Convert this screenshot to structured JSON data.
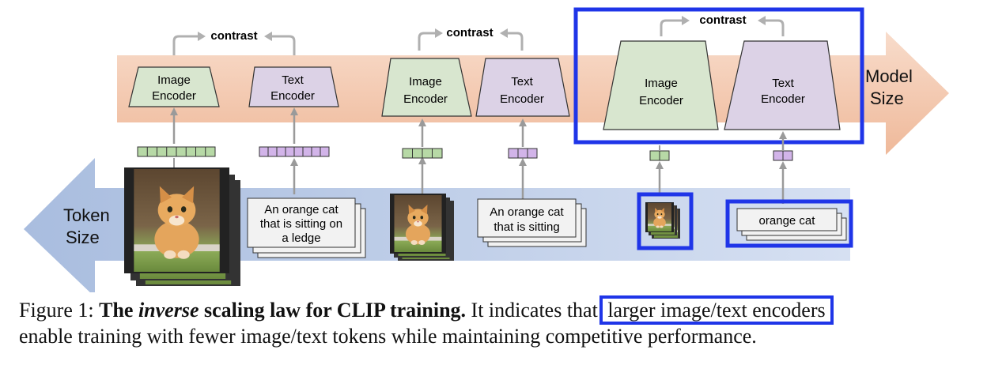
{
  "figure": {
    "contrast_label": "contrast",
    "image_encoder": [
      "Image",
      "Encoder"
    ],
    "text_encoder": [
      "Text",
      "Encoder"
    ],
    "model_size": [
      "Model",
      "Size"
    ],
    "token_size": [
      "Token",
      "Size"
    ],
    "captions": {
      "long": [
        "An orange cat",
        "that is sitting on",
        "a ledge"
      ],
      "medium": [
        "An orange cat",
        "that is sitting"
      ],
      "short": [
        "orange cat"
      ]
    },
    "colors": {
      "image_encoder_fill": "#d8e6cf",
      "text_encoder_fill": "#dcd2e6",
      "image_token_fill": "#b7d9a6",
      "text_token_fill": "#d2b4e9",
      "highlight": "#1f35e8",
      "model_arrow_top": "#f7d6c1",
      "token_arrow_right": "#c7d4ec"
    }
  },
  "caption": {
    "prefix": "Figure 1: ",
    "bold_part1": "The ",
    "italic_word": "inverse",
    "bold_part2": " scaling law for CLIP training.",
    "text1": " It indicates that ",
    "highlight": "larger image/text encoders",
    "text2": "enable training with fewer image/text tokens while maintaining competitive performance."
  }
}
